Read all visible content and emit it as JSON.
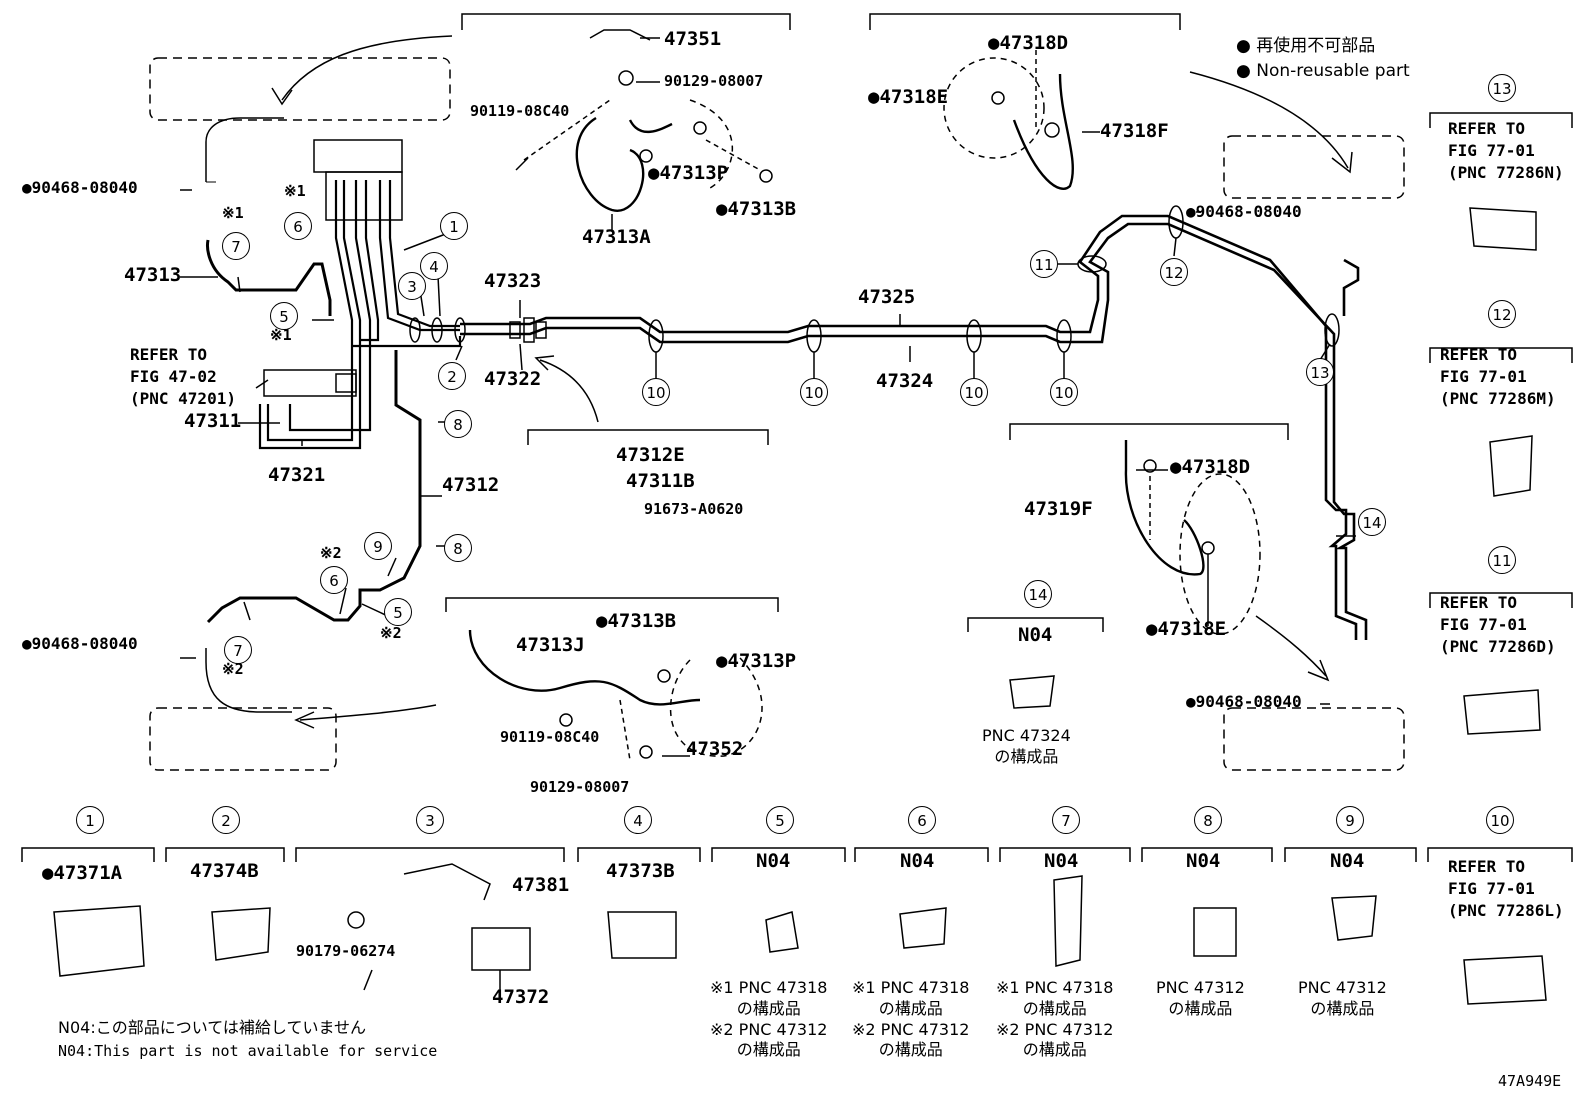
{
  "legend": {
    "jp": "再使用不可部品",
    "en": "Non-reusable part",
    "bullet": "●"
  },
  "figure_code": "47A949E",
  "footnotes": {
    "jp": "N04:この部品については補給していません",
    "en": "N04:This part is not available for service"
  },
  "parts": {
    "p47351": "47351",
    "p90129a": "90129-08007",
    "p90119a": "90119-08C40",
    "p47313P_top": "47313P",
    "p47313B_top": "47313B",
    "p47313A": "47313A",
    "p47318D_top": "47318D",
    "p47318E_top": "47318E",
    "p47318F": "47318F",
    "p90468_tl": "90468-08040",
    "p90468_bl": "90468-08040",
    "p90468_tr": "90468-08040",
    "p90468_br": "90468-08040",
    "p47313": "47313",
    "p47311": "47311",
    "p47321": "47321",
    "p47323": "47323",
    "p47322": "47322",
    "p47325": "47325",
    "p47324": "47324",
    "p47312": "47312",
    "p47312E": "47312E",
    "p47311B": "47311B",
    "p91673": "91673-A0620",
    "p47313J": "47313J",
    "p47313B_bot": "47313B",
    "p47313P_bot": "47313P",
    "p90119b": "90119-08C40",
    "p90129b": "90129-08007",
    "p47352": "47352",
    "p47318D_bot": "47318D",
    "p47319F": "47319F",
    "p47318E_bot": "47318E",
    "p47371A": "47371A",
    "p47374B": "47374B",
    "p47381": "47381",
    "p90179": "90179-06274",
    "p47372": "47372",
    "p47373B": "47373B"
  },
  "marks": {
    "m1": "※1",
    "m2": "※2"
  },
  "refer_fig47": "REFER TO\nFIG 47-02\n(PNC 47201)",
  "refer_boxes": {
    "r13": "REFER TO\nFIG 77-01\n(PNC 77286N)",
    "r12": "REFER TO\nFIG 77-01\n(PNC 77286M)",
    "r11": "REFER TO\nFIG 77-01\n(PNC 77286D)",
    "r10": "REFER TO\nFIG 77-01\n(PNC 77286L)"
  },
  "n04": "N04",
  "notes": {
    "pnc47324": "PNC 47324\nの構成品",
    "n5": "※1 PNC 47318\nの構成品\n※2 PNC 47312\nの構成品",
    "n6": "※1 PNC 47318\nの構成品\n※2 PNC 47312\nの構成品",
    "n7": "※1 PNC 47318\nの構成品\n※2 PNC 47312\nの構成品",
    "n8": "PNC 47312\nの構成品",
    "n9": "PNC 47312\nの構成品"
  },
  "callouts": [
    "1",
    "2",
    "3",
    "4",
    "5",
    "6",
    "7",
    "8",
    "9",
    "10",
    "11",
    "12",
    "13",
    "14"
  ]
}
